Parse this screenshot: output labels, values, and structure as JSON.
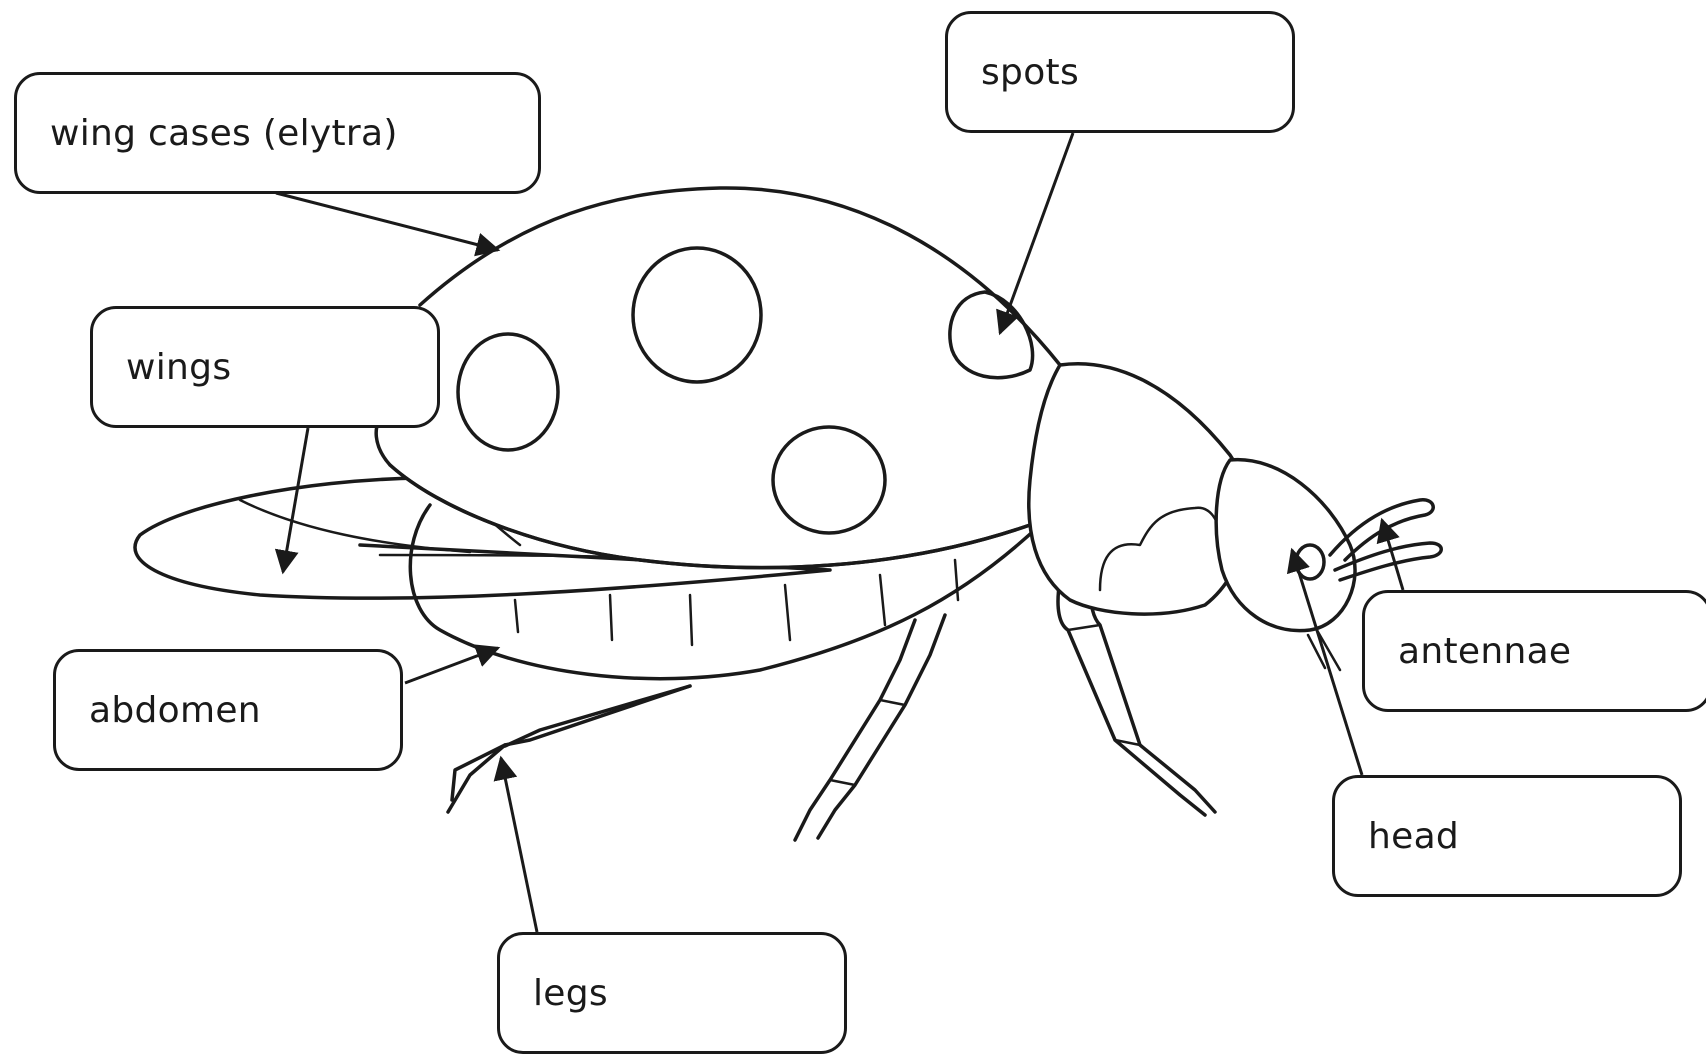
{
  "labels": {
    "wing_cases": "wing cases (elytra)",
    "spots": "spots",
    "wings": "wings",
    "abdomen": "abdomen",
    "antennae": "antennae",
    "head": "head",
    "legs": "legs"
  },
  "colors": {
    "line": "#1a1a1a",
    "background": "#ffffff"
  }
}
